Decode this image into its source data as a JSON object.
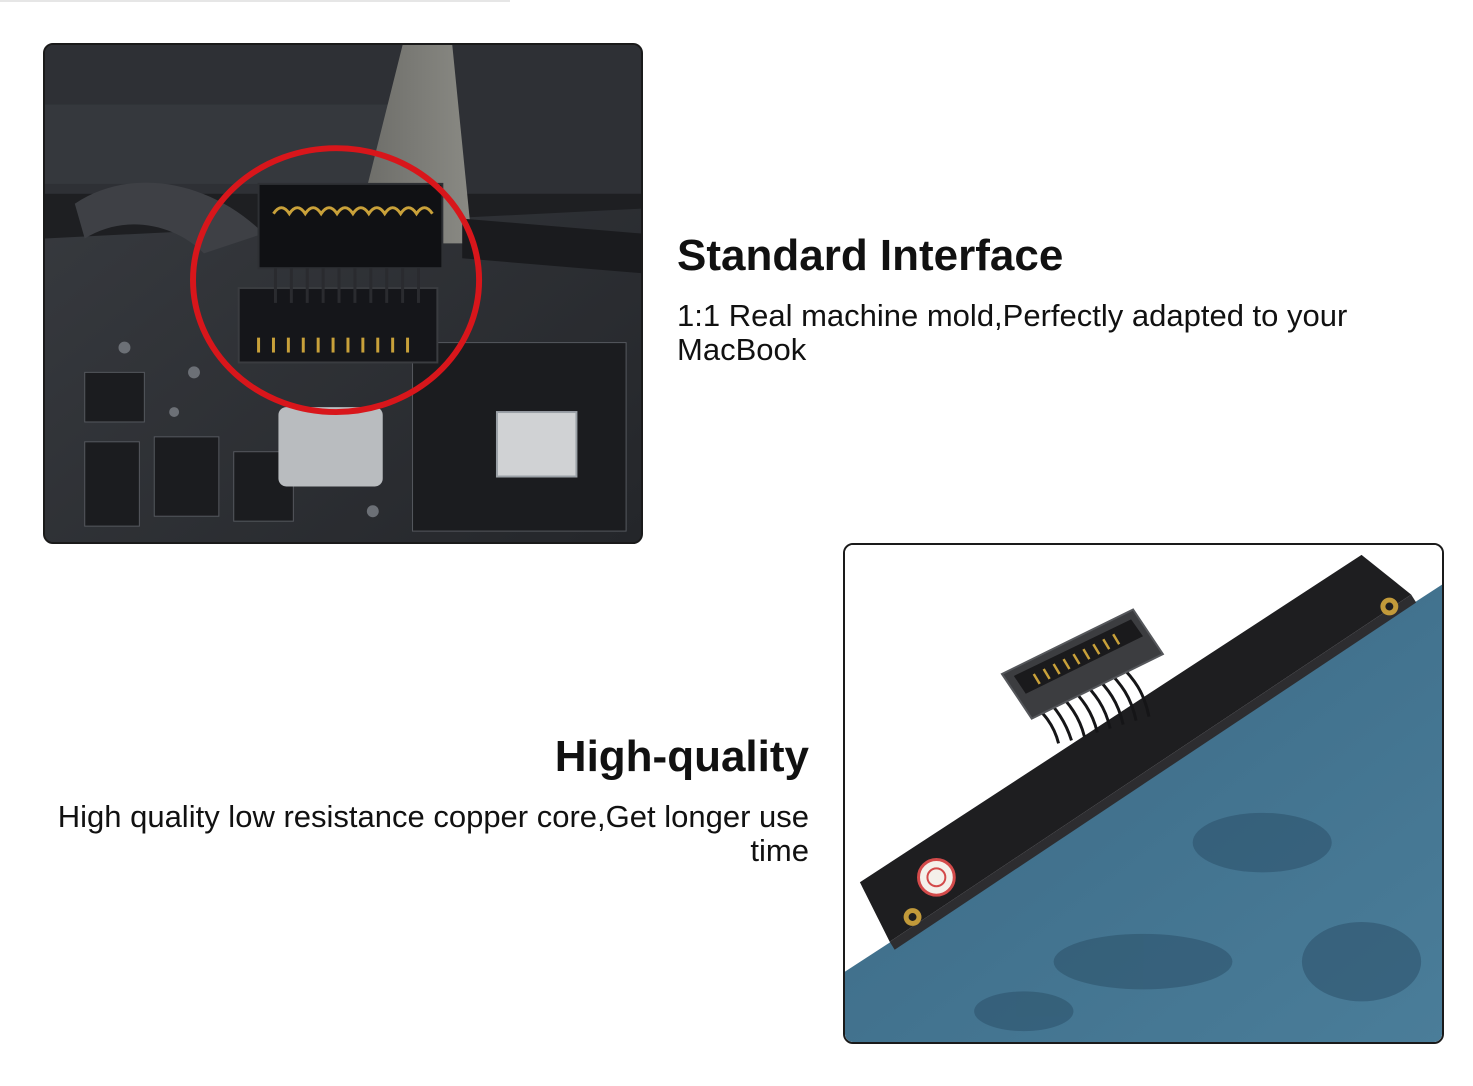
{
  "features": [
    {
      "title": "Standard Interface",
      "description": "1:1 Real machine mold,Perfectly adapted to your MacBook"
    },
    {
      "title": "High-quality",
      "description": "High quality low resistance copper core,Get longer use time"
    }
  ],
  "colors": {
    "highlight_circle": "#d8161b",
    "board": "#2b2e33",
    "battery_cell": "#3f6f8c",
    "connector_pins": "#c9a13a",
    "text": "#111111"
  },
  "icons": [
    "red-highlight-circle-icon",
    "connector-icon",
    "warranty-seal-icon"
  ]
}
